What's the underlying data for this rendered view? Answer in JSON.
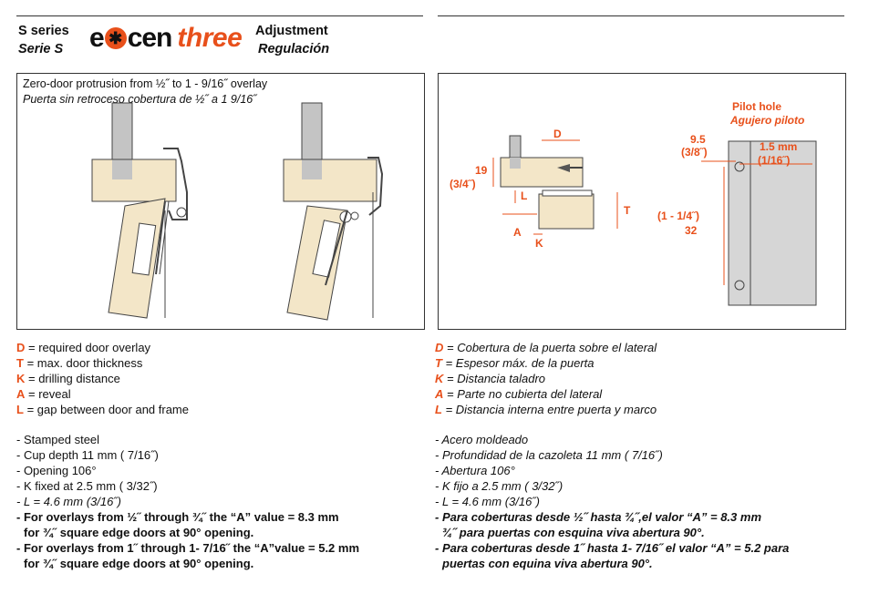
{
  "header_left": {
    "series_en": "S series",
    "series_es": "Serie S",
    "brand_left": "e",
    "brand_star": "✱",
    "brand_right": "cen",
    "brand_three": "three",
    "title_en": "Adjustment",
    "title_es": "Regulación"
  },
  "left_panel": {
    "caption_en": "Zero-door protrusion from ½˝ to 1 - 9/16˝ overlay",
    "caption_es": "Puerta sin retroceso cobertura de ½˝ a 1 9/16˝"
  },
  "right_panel": {
    "pilot_en": "Pilot hole",
    "pilot_es": "Agujero piloto",
    "lbl_D": "D",
    "lbl_T": "T",
    "lbl_L": "L",
    "lbl_A": "A",
    "lbl_K": "K",
    "dim_19": "19",
    "dim_19_in": "(3/4˝)",
    "dim_95": "9.5",
    "dim_95_in": "(3/8˝)",
    "dim_15": "1.5 mm",
    "dim_15_in": "(1/16˝)",
    "dim_32_in": "(1 - 1/4˝)",
    "dim_32": "32"
  },
  "legend_en": [
    {
      "key": "D",
      "text": " = required door overlay"
    },
    {
      "key": "T",
      "text": " = max. door thickness"
    },
    {
      "key": "K",
      "text": " = drilling distance"
    },
    {
      "key": "A",
      "text": " = reveal"
    },
    {
      "key": "L",
      "text": " = gap between door and frame"
    }
  ],
  "legend_es": [
    {
      "key": "D",
      "text": " = Cobertura de la puerta sobre el lateral"
    },
    {
      "key": "T",
      "text": " = Espesor máx. de la puerta"
    },
    {
      "key": "K",
      "text": " = Distancia taladro"
    },
    {
      "key": "A",
      "text": " = Parte no cubierta del lateral"
    },
    {
      "key": "L",
      "text": " = Distancia interna entre puerta y marco"
    }
  ],
  "specs_en": [
    "- Stamped steel",
    "- Cup depth 11 mm ( 7/16˝)",
    "- Opening 106°",
    "- K fixed at 2.5 mm ( 3/32˝)",
    "- L = 4.6 mm (3/16˝)",
    "- For overlays from ½˝ through ¾˝ the “A” value = 8.3 mm",
    "  for ¾˝ square edge doors at 90° opening.",
    "- For overlays from 1˝ through 1- 7/16˝ the “A”value = 5.2 mm",
    "  for ¾˝ square edge doors at 90° opening."
  ],
  "specs_es": [
    "- Acero moldeado",
    "- Profundidad de la cazoleta 11 mm ( 7/16˝)",
    "- Abertura 106°",
    "- K fijo a 2.5 mm ( 3/32˝)",
    "- L = 4.6 mm (3/16˝)",
    "- Para coberturas desde ½˝ hasta ¾˝,el valor “A” = 8.3 mm",
    "  ¾˝ para puertas con esquina viva abertura 90°.",
    "- Para coberturas desde 1˝ hasta 1- 7/16˝ el valor “A” = 5.2 para",
    "  puertas con equina viva abertura 90°."
  ],
  "colors": {
    "accent": "#e8501b",
    "wood": "#f3e6c8",
    "grey": "#bdbdbd"
  }
}
